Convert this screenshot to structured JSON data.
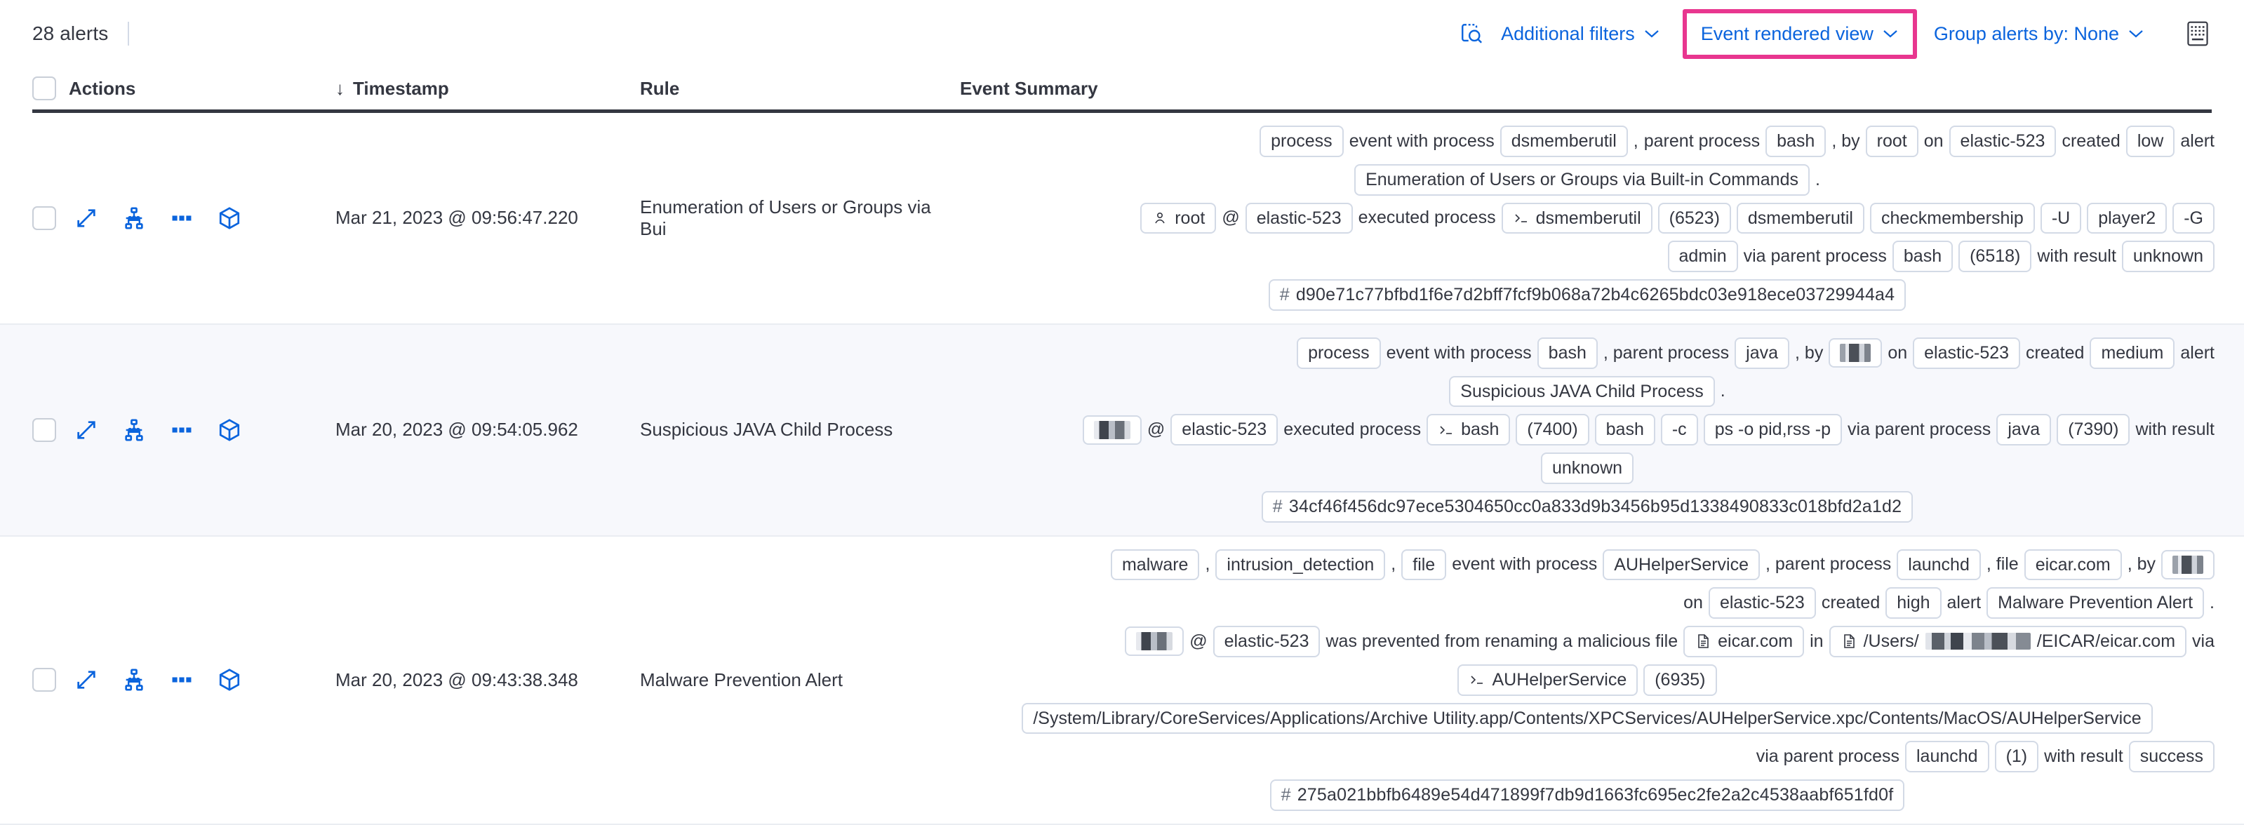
{
  "toolbar": {
    "alert_count": "28 alerts",
    "additional_filters": "Additional filters",
    "event_rendered_view": "Event rendered view",
    "group_alerts_by": "Group alerts by: None",
    "chevron": "⌄",
    "highlight_color": "#e8368f",
    "link_color": "#0b64dd",
    "inspect_icon": "inspect-icon",
    "keyboard_icon": "keyboard-icon"
  },
  "table": {
    "columns": {
      "actions": "Actions",
      "timestamp": "Timestamp",
      "rule": "Rule",
      "event_summary": "Event Summary",
      "sort_arrow": "↓"
    },
    "row_actions": [
      "expand-icon",
      "analyzer-icon",
      "more-actions-icon",
      "session-view-icon"
    ],
    "rows": [
      {
        "timestamp": "Mar 21, 2023 @ 09:56:47.220",
        "rule": "Enumeration of Users or Groups via Bui",
        "summary_lines": [
          [
            {
              "t": "chip",
              "v": "process"
            },
            {
              "t": "txt",
              "v": "event with process"
            },
            {
              "t": "chip",
              "v": "dsmemberutil"
            },
            {
              "t": "txt",
              "v": ","
            },
            {
              "t": "txt",
              "v": "parent process"
            },
            {
              "t": "chip",
              "v": "bash"
            },
            {
              "t": "txt",
              "v": ", by"
            },
            {
              "t": "chip",
              "v": "root"
            },
            {
              "t": "txt",
              "v": "on"
            },
            {
              "t": "chip",
              "v": "elastic-523"
            },
            {
              "t": "txt",
              "v": "created"
            },
            {
              "t": "chip",
              "v": "low"
            },
            {
              "t": "txt",
              "v": "alert"
            }
          ],
          [
            {
              "t": "chip",
              "v": "Enumeration of Users or Groups via Built-in Commands"
            },
            {
              "t": "txt",
              "v": "."
            }
          ],
          [
            {
              "t": "chip",
              "v": "root",
              "icon": "user-icon"
            },
            {
              "t": "txt",
              "v": "@"
            },
            {
              "t": "chip",
              "v": "elastic-523"
            },
            {
              "t": "txt",
              "v": "executed process"
            },
            {
              "t": "chip",
              "v": "dsmemberutil",
              "icon": "console-icon"
            },
            {
              "t": "chip",
              "v": "(6523)"
            },
            {
              "t": "chip",
              "v": "dsmemberutil"
            },
            {
              "t": "chip",
              "v": "checkmembership"
            },
            {
              "t": "chip",
              "v": "-U"
            },
            {
              "t": "chip",
              "v": "player2"
            },
            {
              "t": "chip",
              "v": "-G"
            }
          ],
          [
            {
              "t": "chip",
              "v": "admin"
            },
            {
              "t": "txt",
              "v": "via parent process"
            },
            {
              "t": "chip",
              "v": "bash"
            },
            {
              "t": "chip",
              "v": "(6518)"
            },
            {
              "t": "txt",
              "v": "with result"
            },
            {
              "t": "chip",
              "v": "unknown"
            }
          ],
          [
            {
              "t": "hash",
              "v": "d90e71c77bfbd1f6e7d2bff7fcf9b068a72b4c6265bdc03e918ece03729944a4"
            }
          ]
        ]
      },
      {
        "timestamp": "Mar 20, 2023 @ 09:54:05.962",
        "rule": "Suspicious JAVA Child Process",
        "summary_lines": [
          [
            {
              "t": "chip",
              "v": "process"
            },
            {
              "t": "txt",
              "v": "event with process"
            },
            {
              "t": "chip",
              "v": "bash"
            },
            {
              "t": "txt",
              "v": ", parent process"
            },
            {
              "t": "chip",
              "v": "java"
            },
            {
              "t": "txt",
              "v": ", by"
            },
            {
              "t": "redact",
              "v": "",
              "w": "w2"
            },
            {
              "t": "txt",
              "v": "on"
            },
            {
              "t": "chip",
              "v": "elastic-523"
            },
            {
              "t": "txt",
              "v": "created"
            },
            {
              "t": "chip",
              "v": "medium"
            },
            {
              "t": "txt",
              "v": "alert"
            }
          ],
          [
            {
              "t": "chip",
              "v": "Suspicious JAVA Child Process"
            },
            {
              "t": "txt",
              "v": "."
            }
          ],
          [
            {
              "t": "redact",
              "v": "",
              "w": "w3"
            },
            {
              "t": "txt",
              "v": "@"
            },
            {
              "t": "chip",
              "v": "elastic-523"
            },
            {
              "t": "txt",
              "v": "executed process"
            },
            {
              "t": "chip",
              "v": "bash",
              "icon": "console-icon"
            },
            {
              "t": "chip",
              "v": "(7400)"
            },
            {
              "t": "chip",
              "v": "bash"
            },
            {
              "t": "chip",
              "v": "-c"
            },
            {
              "t": "chip",
              "v": "ps -o pid,rss -p"
            },
            {
              "t": "txt",
              "v": "via parent process"
            },
            {
              "t": "chip",
              "v": "java"
            },
            {
              "t": "chip",
              "v": "(7390)"
            },
            {
              "t": "txt",
              "v": "with result"
            }
          ],
          [
            {
              "t": "chip",
              "v": "unknown"
            }
          ],
          [
            {
              "t": "hash",
              "v": "34cf46f456dc97ece5304650cc0a833d9b3456b95d1338490833c018bfd2a1d2"
            }
          ]
        ]
      },
      {
        "timestamp": "Mar 20, 2023 @ 09:43:38.348",
        "rule": "Malware Prevention Alert",
        "summary_lines": [
          [
            {
              "t": "chip",
              "v": "malware"
            },
            {
              "t": "txt",
              "v": ","
            },
            {
              "t": "chip",
              "v": "intrusion_detection"
            },
            {
              "t": "txt",
              "v": ","
            },
            {
              "t": "chip",
              "v": "file"
            },
            {
              "t": "txt",
              "v": "event with process"
            },
            {
              "t": "chip",
              "v": "AUHelperService"
            },
            {
              "t": "txt",
              "v": ", parent process"
            },
            {
              "t": "chip",
              "v": "launchd"
            },
            {
              "t": "txt",
              "v": ", file"
            },
            {
              "t": "chip",
              "v": "eicar.com"
            },
            {
              "t": "txt",
              "v": ", by"
            },
            {
              "t": "redact",
              "v": "",
              "w": "w2"
            }
          ],
          [
            {
              "t": "txt",
              "v": "on"
            },
            {
              "t": "chip",
              "v": "elastic-523"
            },
            {
              "t": "txt",
              "v": "created"
            },
            {
              "t": "chip",
              "v": "high"
            },
            {
              "t": "txt",
              "v": "alert"
            },
            {
              "t": "chip",
              "v": "Malware Prevention Alert"
            },
            {
              "t": "txt",
              "v": "."
            }
          ],
          [
            {
              "t": "redact",
              "v": "",
              "w": "w3"
            },
            {
              "t": "txt",
              "v": "@"
            },
            {
              "t": "chip",
              "v": "elastic-523"
            },
            {
              "t": "txt",
              "v": "was prevented from renaming a malicious file"
            },
            {
              "t": "chip",
              "v": "eicar.com",
              "icon": "file-icon"
            },
            {
              "t": "txt",
              "v": "in"
            },
            {
              "t": "chip-path",
              "pre": "/Users/",
              "post": "/EICAR/eicar.com",
              "icon": "file-icon"
            },
            {
              "t": "txt",
              "v": "via"
            }
          ],
          [
            {
              "t": "chip",
              "v": "AUHelperService",
              "icon": "console-icon"
            },
            {
              "t": "chip",
              "v": "(6935)"
            }
          ],
          [
            {
              "t": "chip",
              "v": "/System/Library/CoreServices/Applications/Archive Utility.app/Contents/XPCServices/AUHelperService.xpc/Contents/MacOS/AUHelperService"
            }
          ],
          [
            {
              "t": "txt",
              "v": "via parent process"
            },
            {
              "t": "chip",
              "v": "launchd"
            },
            {
              "t": "chip",
              "v": "(1)"
            },
            {
              "t": "txt",
              "v": "with result"
            },
            {
              "t": "chip",
              "v": "success"
            }
          ],
          [
            {
              "t": "hash",
              "v": "275a021bbfb6489e54d471899f7db9d1663fc695ec2fe2a2c4538aabf651fd0f"
            }
          ]
        ]
      }
    ]
  }
}
